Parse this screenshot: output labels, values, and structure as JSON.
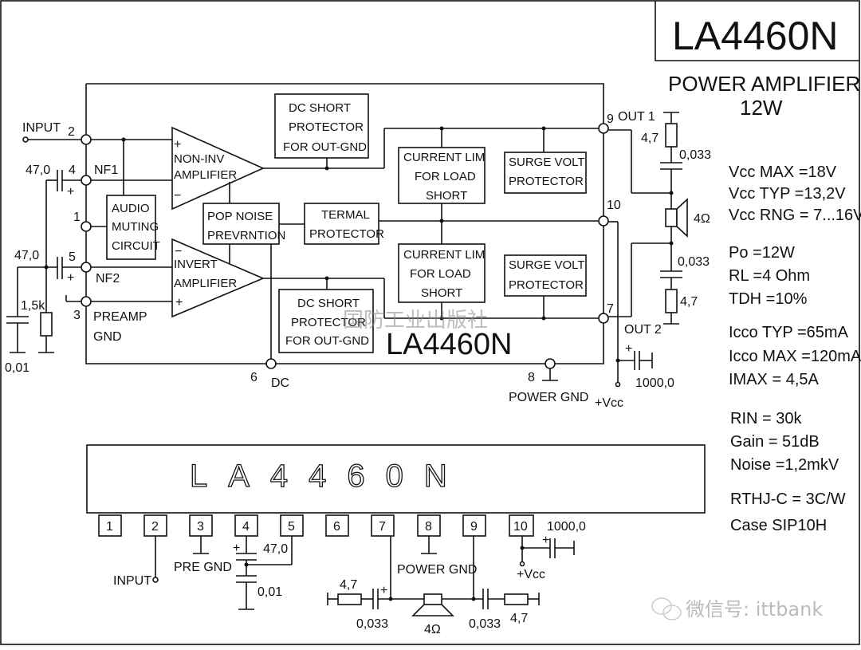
{
  "title": {
    "part": "LA4460N",
    "subtitle": "POWER AMPLIFIER",
    "power": "12W"
  },
  "specs": [
    {
      "label": "Vcc MAX",
      "value": "=18V"
    },
    {
      "label": "Vcc TYP",
      "value": "=13,2V"
    },
    {
      "label": "Vcc RNG",
      "value": "= 7...16V"
    },
    {
      "label": "Po",
      "value": "=12W"
    },
    {
      "label": "RL",
      "value": "=4 Ohm"
    },
    {
      "label": "TDH",
      "value": "=10%"
    },
    {
      "label": "Icco TYP",
      "value": "=65mA"
    },
    {
      "label": "Icco MAX",
      "value": "=120mA"
    },
    {
      "label": "IMAX",
      "value": "=  4,5A"
    },
    {
      "label": "RIN",
      "value": "= 30k"
    },
    {
      "label": "Gain",
      "value": "=  51dB"
    },
    {
      "label": "Noise",
      "value": "=1,2mkV"
    },
    {
      "label": "RTHJ-C",
      "value": "= 3C/W"
    },
    {
      "label": "Case",
      "value": "SIP10H"
    }
  ],
  "blocks": {
    "dc_short_1": [
      "DC SHORT",
      "PROTECTOR",
      "FOR OUT-GND"
    ],
    "dc_short_2": [
      "DC SHORT",
      "PROTECTOR",
      "FOR OUT-GND"
    ],
    "current_lim_1": [
      "CURRENT LIM",
      "FOR LOAD",
      "SHORT"
    ],
    "current_lim_2": [
      "CURRENT LIM",
      "FOR LOAD",
      "SHORT"
    ],
    "surge_1": [
      "SURGE VOLT",
      "PROTECTOR"
    ],
    "surge_2": [
      "SURGE VOLT",
      "PROTECTOR"
    ],
    "termal": [
      "TERMAL",
      "PROTECTOR"
    ],
    "pop_noise": [
      "POP NOISE",
      "PREVRNTION"
    ],
    "muting": [
      "AUDIO",
      "MUTING",
      "CIRCUIT"
    ],
    "non_inv": [
      "NON-INV",
      "AMPLIFIER"
    ],
    "invert": [
      "INVERT",
      "AMPLIFIER"
    ],
    "chip_label": "LA4460N"
  },
  "pins": {
    "p1": "1",
    "p2": "2",
    "p3": "3",
    "p4": "4",
    "p5": "5",
    "p6": "6",
    "p7": "7",
    "p8": "8",
    "p9": "9",
    "p10": "10"
  },
  "labels": {
    "input": "INPUT",
    "nf1": "NF1",
    "nf2": "NF2",
    "preamp": "PREAMP",
    "gnd": "GND",
    "dc": "DC",
    "power_gnd": "POWER GND",
    "out1": "OUT 1",
    "out2": "OUT 2",
    "vcc": "+Vcc",
    "plus": "+",
    "minus": "−"
  },
  "components": {
    "c4": "47,0",
    "c5": "47,0",
    "r15": "1,5k",
    "c001": "0,01",
    "r47a": "4,7",
    "c033a": "0,033",
    "speaker": "4Ω",
    "c033b": "0,033",
    "r47b": "4,7",
    "c1000": "1000,0"
  },
  "package": {
    "marking": "LA4460N",
    "pins": [
      "1",
      "2",
      "3",
      "4",
      "5",
      "6",
      "7",
      "8",
      "9",
      "10"
    ],
    "input": "INPUT",
    "pre_gnd": "PRE GND",
    "c47": "47,0",
    "c001": "0,01",
    "power_gnd": "POWER GND",
    "r47a": "4,7",
    "c033a": "0,033",
    "speaker": "4Ω",
    "c033b": "0,033",
    "r47b": "4,7",
    "c1000": "1000,0",
    "vcc": "+Vcc"
  },
  "watermarks": {
    "publisher": "国防工业出版社",
    "wechat": "微信号: ittbank"
  }
}
